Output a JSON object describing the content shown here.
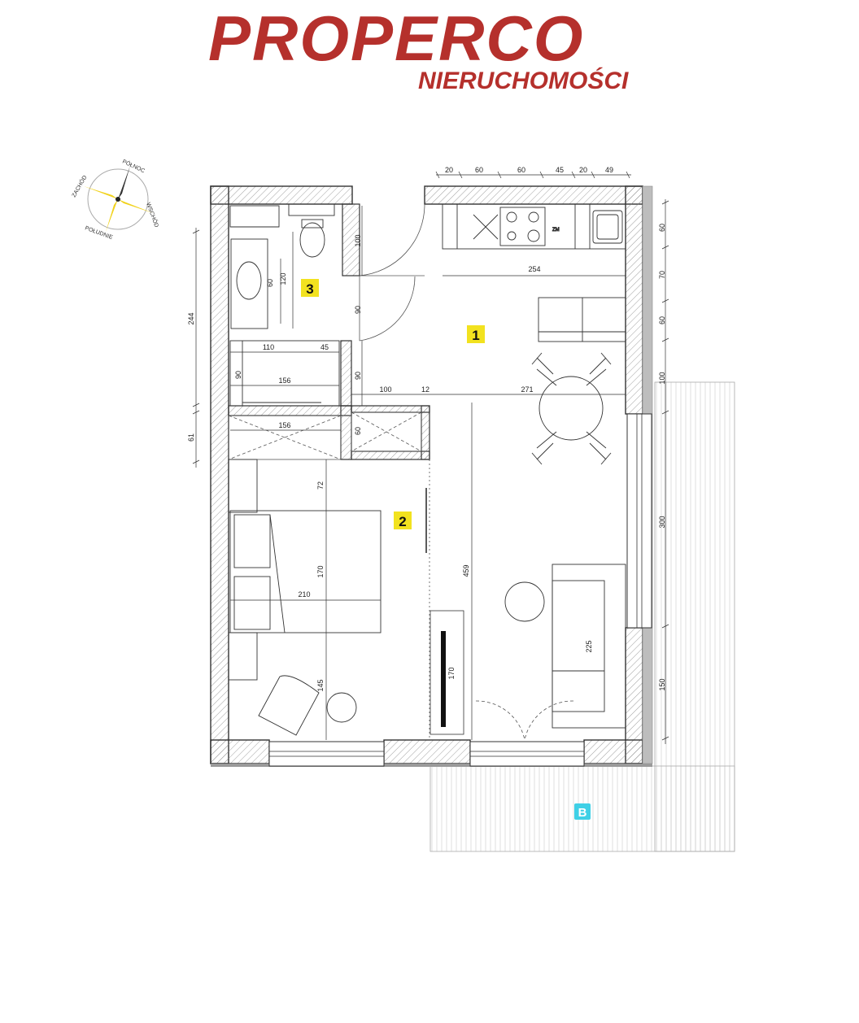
{
  "logo": {
    "main": "PROPERCO",
    "sub": "NIERUCHOMOŚCI"
  },
  "compass": {
    "north": "PÓŁNOC",
    "east": "WSCHÓD",
    "south": "POŁUDNIE",
    "west": "ZACHÓD"
  },
  "rooms": {
    "r1": "1",
    "r2": "2",
    "r3": "3",
    "balcony": "B"
  },
  "colors": {
    "brand": "#b5302c",
    "room_tag": "#f2e21f",
    "balcony_tag": "#3fd0e6"
  },
  "dims": {
    "top": [
      "20",
      "60",
      "60",
      "45",
      "20",
      "49"
    ],
    "right": [
      "60",
      "70",
      "60",
      "100",
      "300",
      "150"
    ],
    "left": [
      "244",
      "61"
    ],
    "bath_door": "100",
    "bath_90": "90",
    "hall_90": "90",
    "d60_hall": "60",
    "d254": "254",
    "d110": "110",
    "d45": "45",
    "d156a": "156",
    "d156b": "156",
    "d60_sink": "60",
    "d120": "120",
    "d90_small": "90",
    "d100": "100",
    "d12": "12",
    "d271": "271",
    "d72": "72",
    "d170_bed": "170",
    "d210": "210",
    "d145": "145",
    "d459": "459",
    "d170_ward": "170",
    "d225": "225",
    "zm": "ZM"
  }
}
